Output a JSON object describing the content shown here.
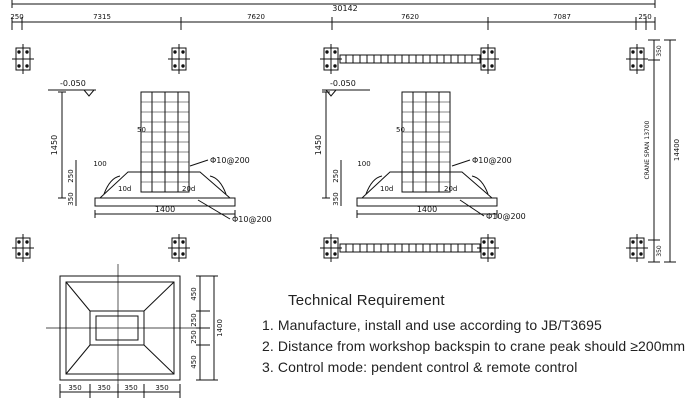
{
  "plan": {
    "overall_dim": "30142",
    "bay_dims": [
      "250",
      "7315",
      "7620",
      "7620",
      "7087",
      "250"
    ]
  },
  "crane_span": {
    "label": "CRANE SPAN 13700",
    "total": "14400",
    "end_top": "350",
    "end_bottom": "350"
  },
  "footing_left": {
    "elevation": "-0.050",
    "height": "1450",
    "step_a": "100",
    "step_b": "250",
    "step_c": "350",
    "lap_a": "10d",
    "lap_b": "20d",
    "width": "1400",
    "rebar_top": "Φ10@200",
    "rebar_bottom": "Φ10@200",
    "tie_label": "50"
  },
  "footing_right": {
    "elevation": "-0.050",
    "height": "1450",
    "step_a": "100",
    "step_b": "250",
    "step_c": "350",
    "lap_a": "10d",
    "lap_b": "20d",
    "width": "1400",
    "rebar_top": "Φ10@200",
    "rebar_bottom": "Φ10@200",
    "tie_label": "50"
  },
  "footing_plan": {
    "right_dims": [
      "450",
      "250",
      "250",
      "450"
    ],
    "right_total": "1400",
    "bottom_dims": [
      "350",
      "350",
      "350",
      "350"
    ]
  },
  "notes": {
    "title": "Technical Requirement",
    "items": [
      "1. Manufacture, install and use according to JB/T3695",
      "2. Distance from workshop backspin to crane peak should ≥200mm",
      "3. Control mode: pendent control & remote control"
    ]
  }
}
